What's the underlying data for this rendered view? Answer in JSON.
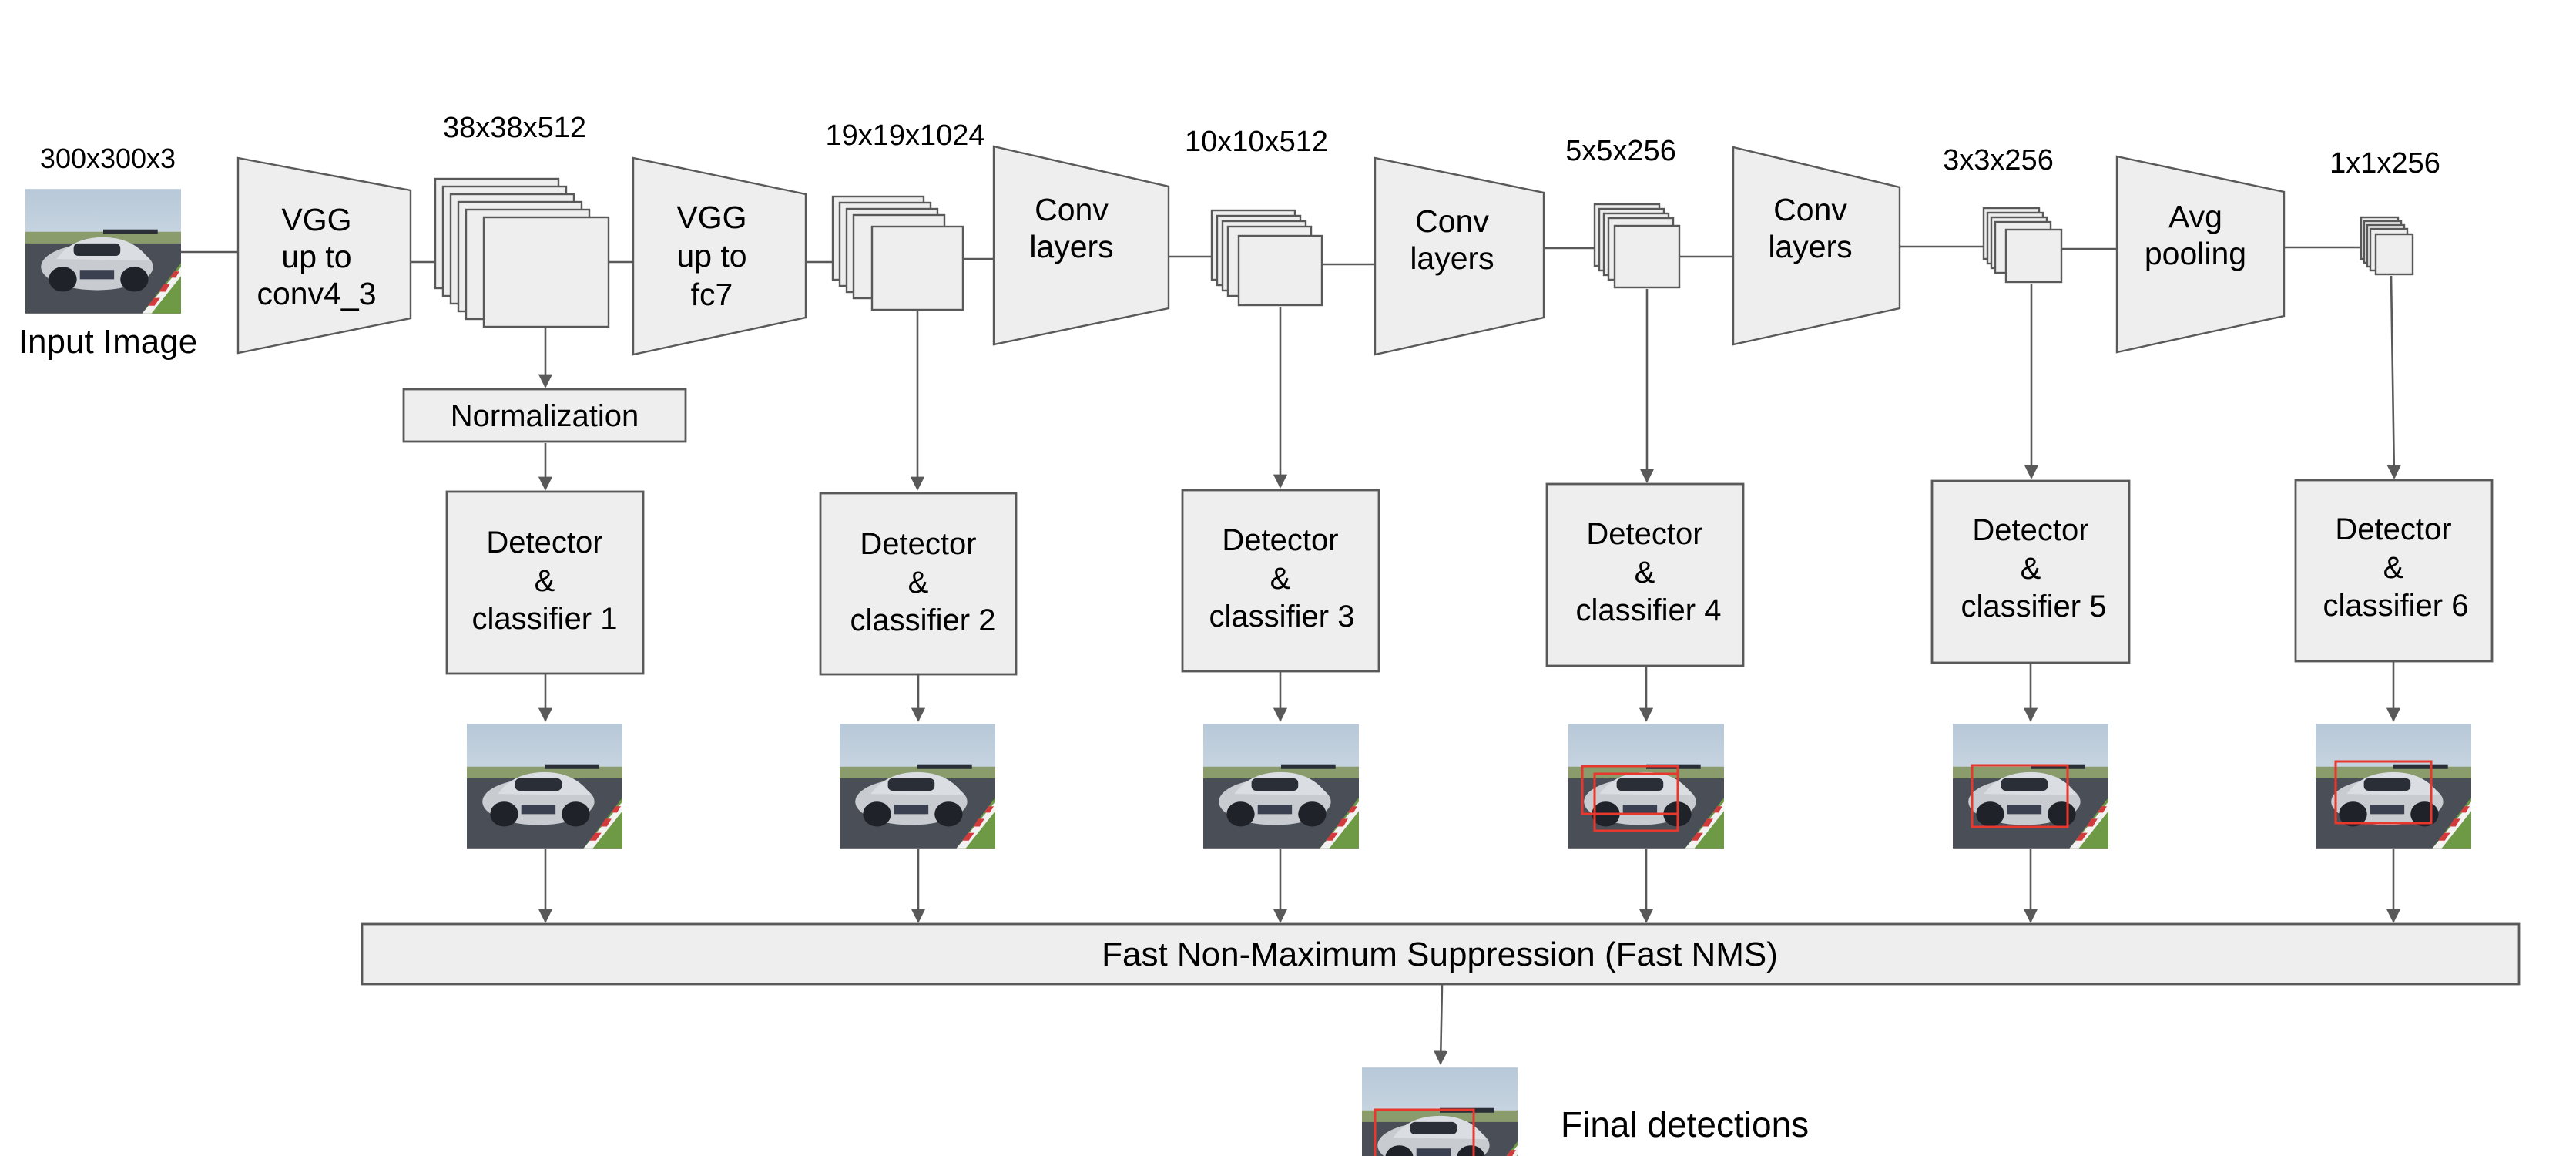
{
  "input": {
    "size_label": "300x300x3",
    "caption": "Input Image"
  },
  "backbone": [
    {
      "lines": [
        "VGG",
        "up to",
        "conv4_3"
      ]
    },
    {
      "lines": [
        "VGG",
        "up to",
        "fc7"
      ]
    },
    {
      "lines": [
        "Conv",
        "layers"
      ]
    },
    {
      "lines": [
        "Conv",
        "layers"
      ]
    },
    {
      "lines": [
        "Conv",
        "layers"
      ]
    },
    {
      "lines": [
        "Avg",
        "pooling"
      ]
    }
  ],
  "feature_maps": [
    {
      "label": "38x38x512"
    },
    {
      "label": "19x19x1024"
    },
    {
      "label": "10x10x512"
    },
    {
      "label": "5x5x256"
    },
    {
      "label": "3x3x256"
    },
    {
      "label": "1x1x256"
    }
  ],
  "normalization": {
    "label": "Normalization"
  },
  "detectors": [
    {
      "lines": [
        "Detector",
        "&",
        "classifier 1"
      ]
    },
    {
      "lines": [
        "Detector",
        "&",
        "classifier 2"
      ]
    },
    {
      "lines": [
        "Detector",
        "&",
        "classifier 3"
      ]
    },
    {
      "lines": [
        "Detector",
        "&",
        "classifier 4"
      ]
    },
    {
      "lines": [
        "Detector",
        "&",
        "classifier 5"
      ]
    },
    {
      "lines": [
        "Detector",
        "&",
        "classifier 6"
      ]
    }
  ],
  "nms": {
    "label": "Fast Non-Maximum Suppression (Fast NMS)"
  },
  "final": {
    "label": "Final detections"
  },
  "colors": {
    "box_fill": "#eeeeee",
    "stroke": "#595959",
    "detection_box": "#e8372c"
  }
}
